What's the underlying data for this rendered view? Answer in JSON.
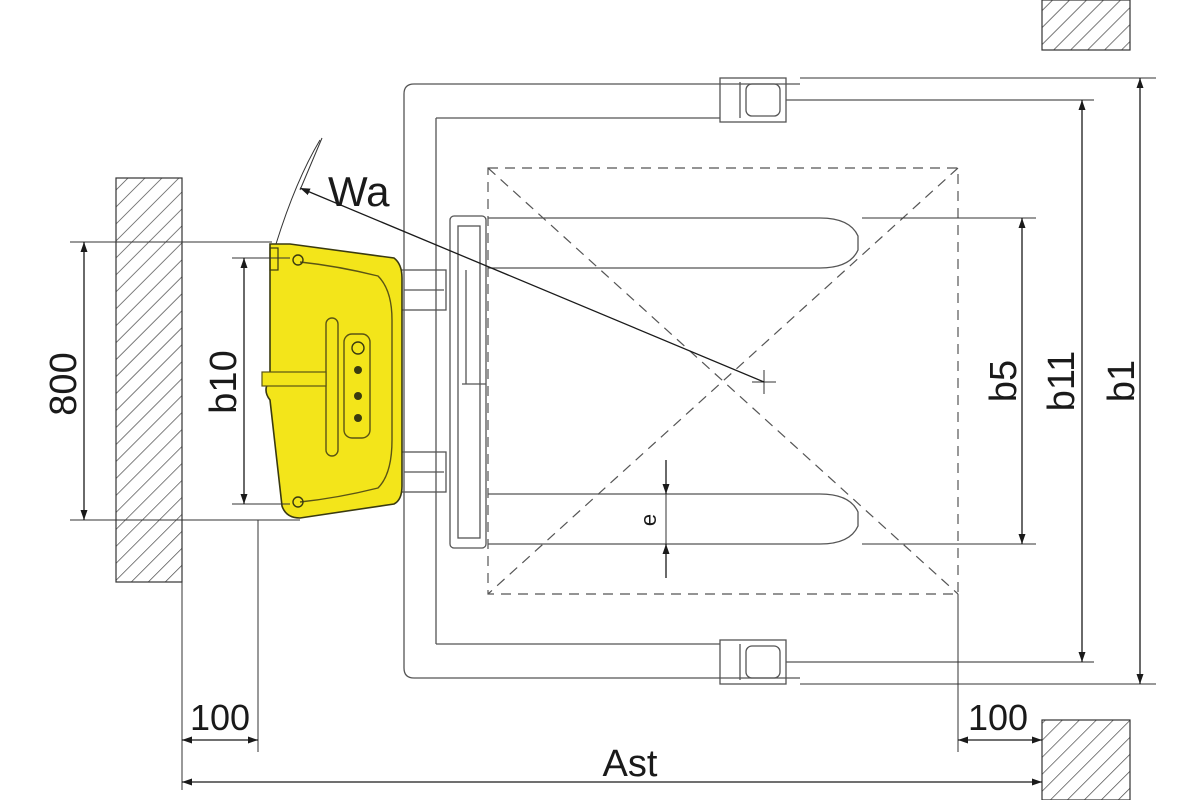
{
  "labels": {
    "wa": "Wa",
    "dim_800": "800",
    "b10": "b10",
    "b5": "b5",
    "b11": "b11",
    "b1": "b1",
    "e": "e",
    "clearance_left": "100",
    "clearance_right": "100",
    "ast": "Ast"
  },
  "colors": {
    "tiller_head": "#f3e51a",
    "outline": "#555555",
    "dimension": "#1a1a1a"
  },
  "icons": {
    "wall": "hatched-wall",
    "load_center": "crosshair",
    "dimension_arrow": "filled-arrowhead"
  }
}
